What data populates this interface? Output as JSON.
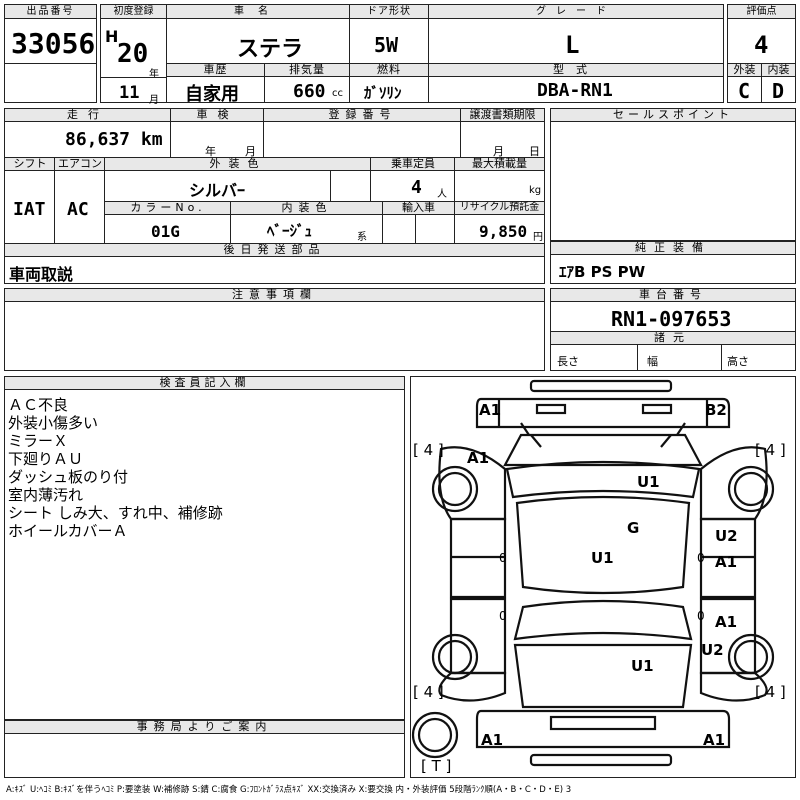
{
  "header": {
    "lot_label": "出品番号",
    "lot_number": "33056",
    "first_reg_label": "初度登録",
    "era": "H",
    "year": "20",
    "year_unit": "年",
    "month": "11",
    "month_unit": "月",
    "car_name_label": "車名",
    "car_name": "ステラ",
    "history_label": "車歴",
    "history": "自家用",
    "displacement_label": "排気量",
    "displacement": "660",
    "displacement_unit": "cc",
    "door_label": "ドア形状",
    "door": "5W",
    "fuel_label": "燃料",
    "fuel": "ｶﾞｿﾘﾝ",
    "grade_label": "グレード",
    "grade": "L",
    "model_label": "型式",
    "model": "DBA-RN1",
    "score_label": "評価点",
    "score": "4",
    "exterior_label": "外装",
    "exterior": "C",
    "interior_label": "内装",
    "interior": "D"
  },
  "details": {
    "mileage_label": "走行",
    "mileage": "86,637 km",
    "inspection_label": "車検",
    "inspection_year_unit": "年",
    "inspection_month_unit": "月",
    "reg_label": "登録番号",
    "transfer_label": "譲渡書類期限",
    "transfer_month_unit": "月",
    "transfer_day_unit": "日",
    "shift_label": "シフト",
    "shift": "IAT",
    "ac_label": "エアコン",
    "ac": "AC",
    "color_label": "外装色",
    "color": "シルバｰ",
    "capacity_label": "乗車定員",
    "capacity": "4",
    "capacity_unit": "人",
    "load_label": "最大積載量",
    "load_unit": "kg",
    "color_no_label": "カラーNo.",
    "color_no": "01G",
    "interior_color_label": "内装色",
    "interior_color": "ﾍﾞｰｼﾞｭ",
    "interior_color_unit": "系",
    "import_label": "輸入車",
    "recycle_label": "リサイクル預託金",
    "recycle": "9,850",
    "recycle_unit": "円",
    "later_parts_label": "後日発送部品",
    "later_parts": "車両取説",
    "caution_label": "注意事項欄"
  },
  "right": {
    "sales_label": "セールスポイント",
    "equipment_label": "純正装備",
    "equipment": "ｴｱB PS PW",
    "chassis_label": "車台番号",
    "chassis": "RN1-097653",
    "spec_label": "諸元",
    "length_label": "長さ",
    "width_label": "幅",
    "height_label": "高さ"
  },
  "inspector": {
    "label": "検査員記入欄",
    "notes": [
      "ＡＣ不良",
      "外装小傷多い",
      "ミラーＸ",
      "下廻りＡＵ",
      "ダッシュ板のり付",
      "室内薄汚れ",
      "シート しみ大、すれ中、補修跡",
      "ホイールカバーＡ"
    ]
  },
  "office": {
    "label": "事務局よりご案内"
  },
  "diagram": {
    "marks": {
      "front_left": "A1",
      "front_right": "B2",
      "hood": "A1",
      "roof_front": "U1",
      "windshield": "G",
      "roof": "U1",
      "right_door_front": "U2",
      "right_door_front_b": "A1",
      "right_door_rear": "A1",
      "right_rear": "U2",
      "rear_roof": "U1",
      "rear_left": "A1",
      "rear_right": "A1",
      "left_door_front": "0",
      "left_door_rear": "0",
      "right_door_f_zero": "0",
      "right_door_r_zero": "0"
    },
    "tire_front_left": "[ 4 ]",
    "tire_front_right": "[ 4 ]",
    "tire_rear_left": "[ 4 ]",
    "tire_rear_right": "[ 4 ]",
    "spare": "[ T ]"
  },
  "legend": "A:ｷｽﾞ U:ﾍｺﾐ B:ｷｽﾞを伴うﾍｺﾐ P:要塗装 W:補修跡 S:錆 C:腐食 G:ﾌﾛﾝﾄｶﾞﾗｽ点ｷｽﾞ XX:交換済み X:要交換 内・外装評価 5段階ﾗﾝｸ順(A・B・C・D・E) 3"
}
